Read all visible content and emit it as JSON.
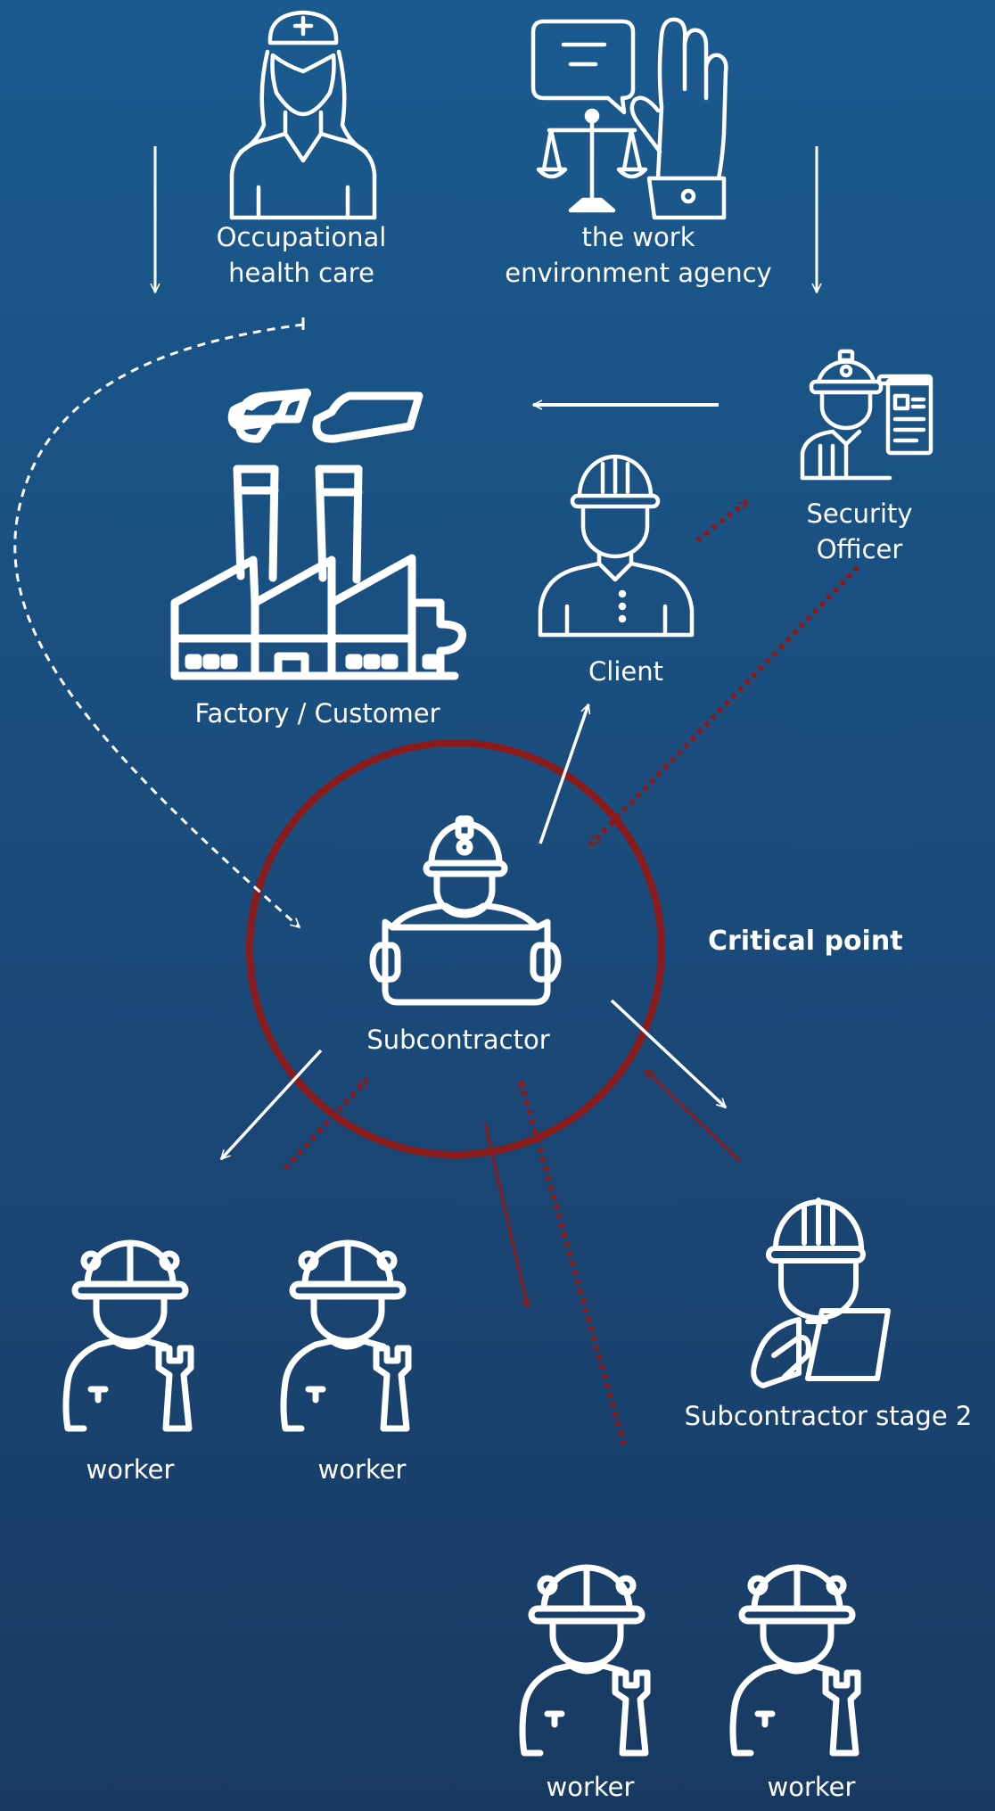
{
  "nodes": {
    "occupational_health": "Occupational\nhealth care",
    "work_env_agency": "the work\nenvironment agency",
    "security_officer": "Security\nOfficer",
    "client": "Client",
    "factory": "Factory / Customer",
    "subcontractor": "Subcontractor",
    "subcontractor_stage2": "Subcontractor stage 2",
    "worker_1": "worker",
    "worker_2": "worker",
    "worker_3": "worker",
    "worker_4": "worker"
  },
  "annotation": {
    "critical_point": "Critical point"
  },
  "colors": {
    "background": "#1a4f80",
    "foreground": "#ffffff",
    "critical": "#8b1a1a"
  },
  "icons": {
    "occupational_health": "nurse-icon",
    "work_env_agency": "justice-scale-hand-icon",
    "security_officer": "inspector-clipboard-icon",
    "client": "client-hardhat-icon",
    "factory": "factory-icon",
    "subcontractor": "worker-with-plan-icon",
    "subcontractor_stage2": "worker-with-tablet-icon",
    "worker": "worker-wrench-icon"
  }
}
